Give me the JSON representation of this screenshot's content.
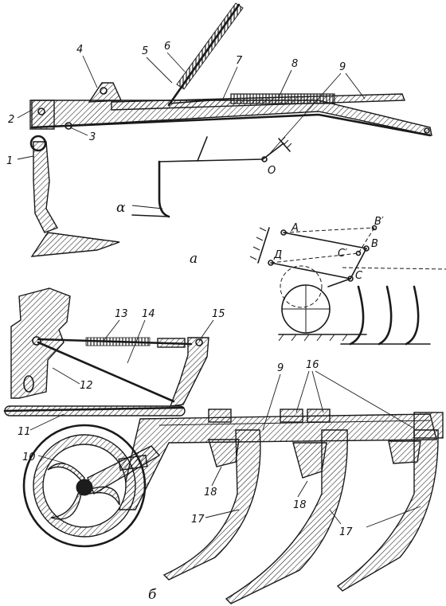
{
  "figure": {
    "sublabels": {
      "a": "а",
      "b": "б"
    },
    "callouts": [
      {
        "id": "1",
        "text": "1"
      },
      {
        "id": "2",
        "text": "2"
      },
      {
        "id": "3",
        "text": "3"
      },
      {
        "id": "4",
        "text": "4"
      },
      {
        "id": "5",
        "text": "5"
      },
      {
        "id": "6",
        "text": "6"
      },
      {
        "id": "7",
        "text": "7"
      },
      {
        "id": "8",
        "text": "8"
      },
      {
        "id": "9a",
        "text": "9"
      },
      {
        "id": "9b",
        "text": "9"
      },
      {
        "id": "10",
        "text": "10"
      },
      {
        "id": "11",
        "text": "11"
      },
      {
        "id": "12",
        "text": "12"
      },
      {
        "id": "13",
        "text": "13"
      },
      {
        "id": "14",
        "text": "14"
      },
      {
        "id": "15",
        "text": "15"
      },
      {
        "id": "16",
        "text": "16"
      },
      {
        "id": "17a",
        "text": "17"
      },
      {
        "id": "17b",
        "text": "17"
      },
      {
        "id": "18a",
        "text": "18"
      },
      {
        "id": "18b",
        "text": "18"
      }
    ],
    "schematic_labels": {
      "angle": "α",
      "pivot": "О",
      "A": "А",
      "B": "В",
      "B_prime": "В′",
      "C": "С",
      "C_prime": "С′",
      "D": "Д"
    }
  }
}
